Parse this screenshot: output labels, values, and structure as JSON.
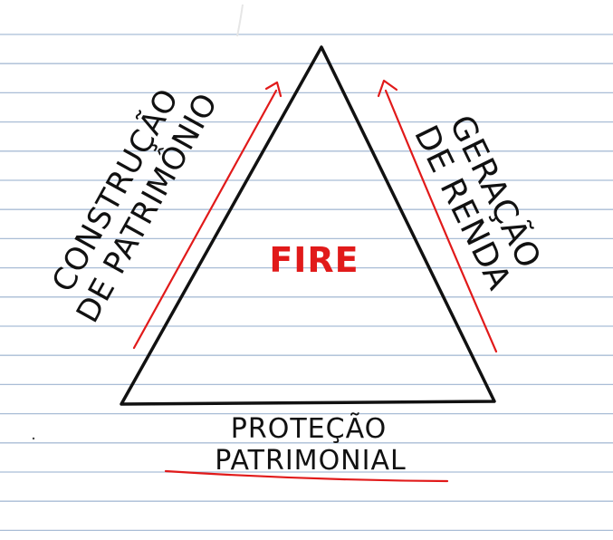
{
  "diagram": {
    "center_label": "FIRE",
    "left_side_label": {
      "line1": "CONSTRUÇÃO",
      "line2": "DE PATRIMÔNIO"
    },
    "right_side_label": {
      "line1": "GERAÇÃO",
      "line2": "DE RENDA"
    },
    "bottom_label": {
      "line1": "PROTEÇÃO",
      "line2": "PATRIMONIAL"
    }
  },
  "colors": {
    "paper": "#ffffff",
    "ruled_line": "#a9bdd6",
    "ink": "#111111",
    "accent": "#e11a1a"
  }
}
